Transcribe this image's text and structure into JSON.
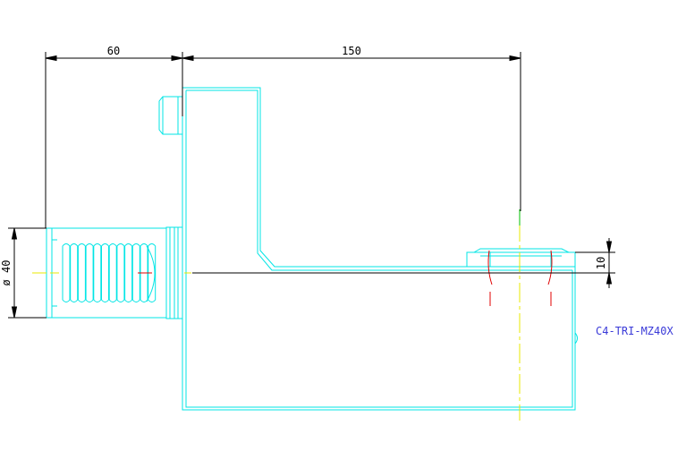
{
  "drawing": {
    "dimensions": {
      "shank_length": "60",
      "reach_length": "150",
      "diameter": "ø 40",
      "tip_height": "10"
    },
    "part_number": "C4-TRI-MZ40X",
    "colors": {
      "outline": "#00e5e5",
      "dimension": "#000000",
      "centerline": "#e8e800",
      "centerline_mark": "#00c000",
      "hidden": "#e00000",
      "label": "#3a3ad8"
    }
  }
}
